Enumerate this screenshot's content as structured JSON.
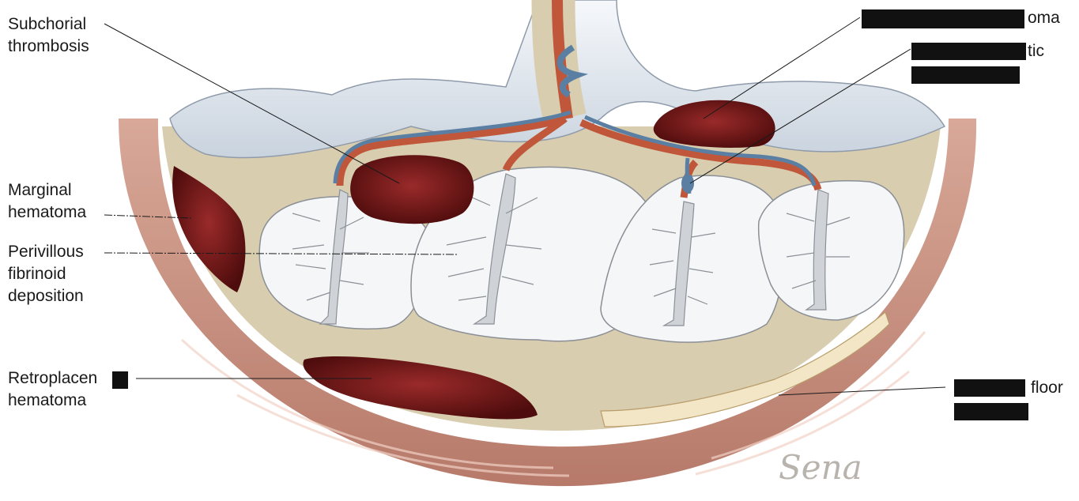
{
  "labels": {
    "subchorial_l1": "Subchorial",
    "subchorial_l2": "thrombosis",
    "marginal_l1": "Marginal",
    "marginal_l2": "hematoma",
    "perivillous_l1": "Perivillous",
    "perivillous_l2": "fibrinoid",
    "perivillous_l3": "deposition",
    "retro_l1": "Retroplacen",
    "retro_l2": "hematoma",
    "top_right_1": "oma",
    "top_right_2": "tic",
    "bottom_right_1": "floor"
  },
  "signature": "Sena",
  "colors": {
    "decidua": "#d9cdb0",
    "hematoma": "#6b1414",
    "artery": "#c0573a",
    "vein": "#5a7fa3",
    "myometrium": "#c58f7e",
    "villi": "#cfd2d6"
  }
}
